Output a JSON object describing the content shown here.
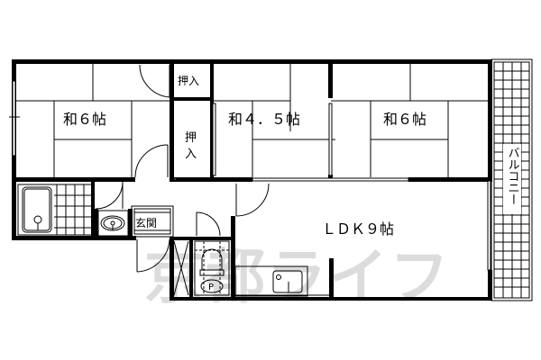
{
  "floorplan": {
    "rooms": [
      {
        "id": "washitsu-west",
        "label": "和６帖",
        "type": "japanese-room",
        "size_jo": 6
      },
      {
        "id": "washitsu-center",
        "label": "和４．５帖",
        "type": "japanese-room",
        "size_jo": 4.5
      },
      {
        "id": "washitsu-east",
        "label": "和６帖",
        "type": "japanese-room",
        "size_jo": 6
      },
      {
        "id": "ldk",
        "label": "ＬＤＫ９帖",
        "type": "living-dining-kitchen",
        "size_jo": 9
      },
      {
        "id": "entrance",
        "label": "玄関",
        "type": "entrance"
      },
      {
        "id": "balcony",
        "label": "バルコニー",
        "type": "balcony"
      }
    ],
    "closets": [
      {
        "id": "oshiire-small",
        "label": "押入"
      },
      {
        "id": "oshiire-tall",
        "label_line1": "押",
        "label_line2": "入"
      }
    ],
    "fixtures": [
      "bathtub",
      "washbasin",
      "toilet",
      "kitchen-sink",
      "washing-machine-space"
    ],
    "watermark": "京都ライフ",
    "colors": {
      "wall": "#000000",
      "background": "#ffffff",
      "watermark": "#d9d9d9"
    }
  }
}
